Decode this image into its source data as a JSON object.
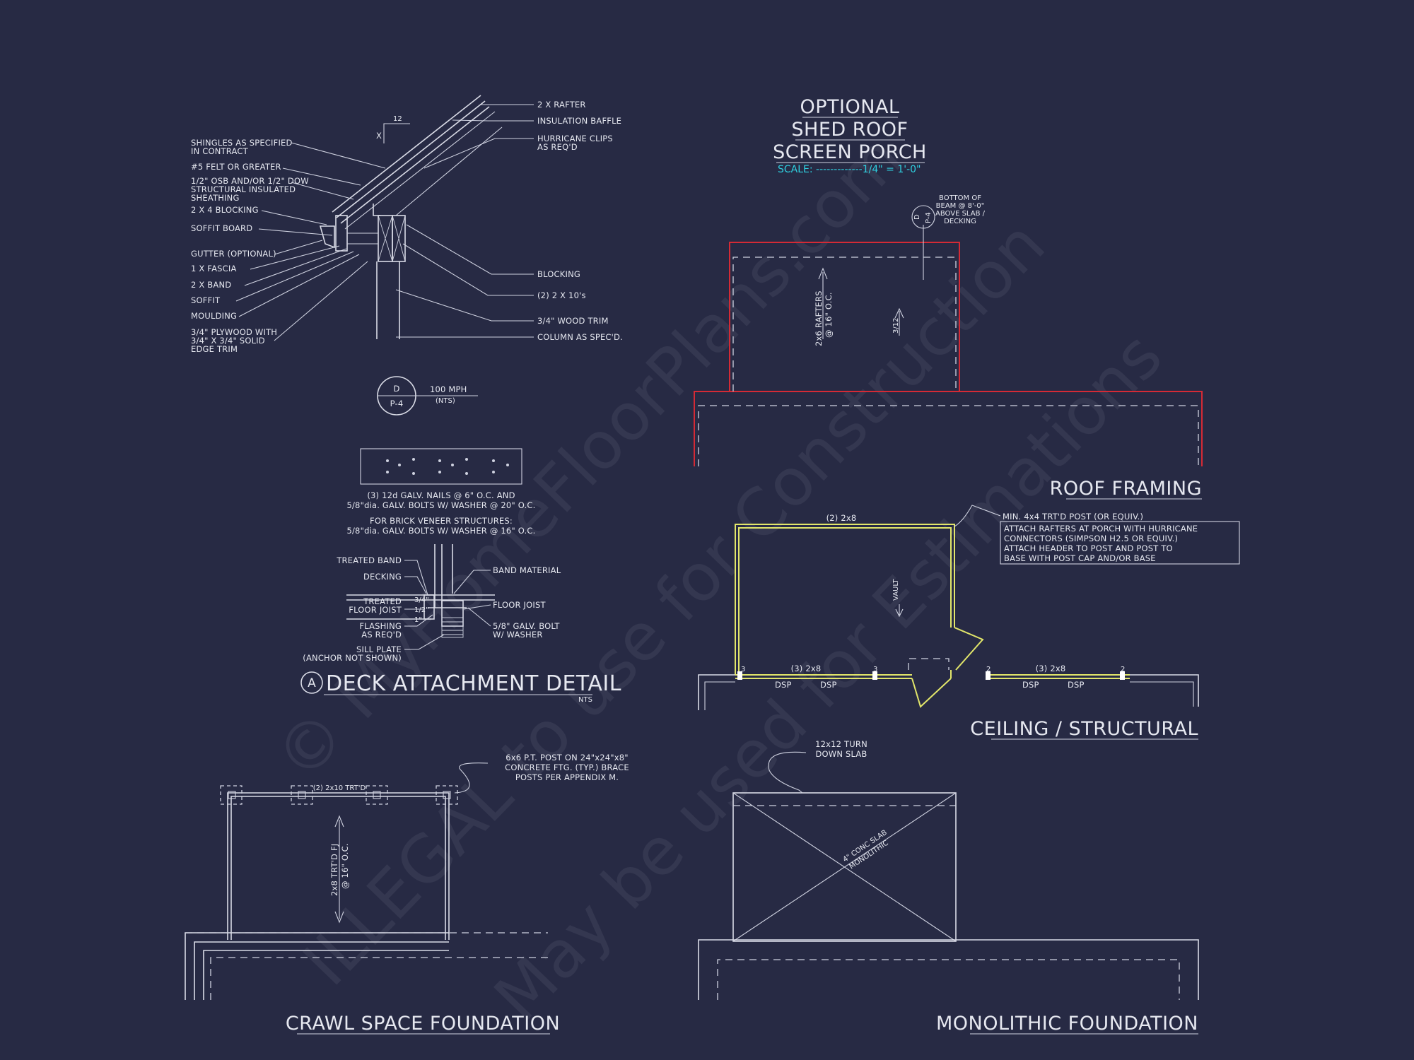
{
  "watermark": {
    "line1": "© MyHomeFloorPlans.com",
    "line2": "ILLEGAL to use for Construction",
    "line3": "May be used for Estimations"
  },
  "eave_detail": {
    "slope_rise": "X",
    "slope_run": "12",
    "left_callouts": [
      "SHINGLES AS SPECIFIED",
      "IN CONTRACT",
      "#5 FELT OR GREATER",
      "1/2\" OSB AND/OR 1/2\" DOW",
      "STRUCTURAL INSULATED",
      "SHEATHING",
      "2 X 4 BLOCKING",
      "SOFFIT BOARD",
      "GUTTER (OPTIONAL)",
      "1 X FASCIA",
      "2 X BAND",
      "SOFFIT",
      "MOULDING",
      "3/4\" PLYWOOD WITH",
      "3/4\" X 3/4\" SOLID",
      "EDGE TRIM"
    ],
    "right_callouts": [
      "2 X RAFTER",
      "INSULATION BAFFLE",
      "HURRICANE CLIPS",
      "AS REQ'D",
      "BLOCKING",
      "(2) 2 X 10's",
      "3/4\" WOOD TRIM",
      "COLUMN AS SPEC'D."
    ],
    "ref_letter": "D",
    "ref_sheet": "P-4",
    "wind_speed": "100 MPH",
    "wind_note": "(NTS)"
  },
  "deck_detail": {
    "nail_note_1": "(3) 12d GALV. NAILS @ 6\" O.C. AND",
    "nail_note_2": "5/8\"dia. GALV. BOLTS W/ WASHER @ 20\" O.C.",
    "brick_note_1": "FOR BRICK VENEER STRUCTURES:",
    "brick_note_2": "5/8\"dia. GALV. BOLTS W/ WASHER @ 16\" O.C.",
    "left_labels": [
      "TREATED BAND",
      "DECKING",
      "TREATED",
      "FLOOR JOIST",
      "FLASHING",
      "AS REQ'D",
      "SILL PLATE",
      "(ANCHOR NOT SHOWN)"
    ],
    "right_labels": [
      "BAND MATERIAL",
      "FLOOR JOIST",
      "5/8\" GALV. BOLT",
      "W/ WASHER"
    ],
    "dims": [
      "3/4\"",
      "1/2\"",
      "1\""
    ],
    "bubble": "A",
    "title": "DECK ATTACHMENT DETAIL",
    "scale": "NTS"
  },
  "title_block": {
    "line1": "OPTIONAL",
    "line2": "SHED ROOF",
    "line3": "SCREEN PORCH",
    "scale": "SCALE: -------------1/4\" = 1'-0\""
  },
  "roof_framing": {
    "ref_letter": "D",
    "ref_sheet": "P-4",
    "beam_note": [
      "BOTTOM OF",
      "BEAM @ 8'-0\"",
      "ABOVE SLAB /",
      "DECKING"
    ],
    "rafters_1": "2x6 RAFTERS",
    "rafters_2": "@ 16\" O.C.",
    "slope": "3/12",
    "title": "ROOF FRAMING"
  },
  "ceiling": {
    "top_header": "(2) 2x8",
    "vault": "VAULT",
    "header_left": "(3) 2x8",
    "header_right": "(3) 2x8",
    "post_counts": [
      "3",
      "3",
      "2",
      "2"
    ],
    "dsp": [
      "DSP",
      "DSP",
      "DSP",
      "DSP"
    ],
    "note": [
      "MIN. 4x4 TRT'D POST (OR EQUIV.)",
      "ATTACH RAFTERS AT PORCH WITH HURRICANE",
      "CONNECTORS (SIMPSON H2.5 OR EQUIV.)",
      "ATTACH HEADER TO POST AND POST TO",
      "BASE WITH POST CAP AND/OR BASE"
    ],
    "title": "CEILING / STRUCTURAL"
  },
  "crawl": {
    "post_note": [
      "6x6 P.T. POST ON 24\"x24\"x8\"",
      "CONCRETE FTG. (TYP.) BRACE",
      "POSTS PER APPENDIX M."
    ],
    "beam": "(2) 2x10 TRT'D",
    "joist_1": "2x8 TRT'D FJ",
    "joist_2": "@ 16\" O.C.",
    "title": "CRAWL SPACE FOUNDATION"
  },
  "mono": {
    "slab_note": [
      "12x12 TURN",
      "DOWN SLAB"
    ],
    "conc_1": "4\" CONC SLAB",
    "conc_2": "MONOLITHIC",
    "title": "MONOLITHIC FOUNDATION"
  }
}
